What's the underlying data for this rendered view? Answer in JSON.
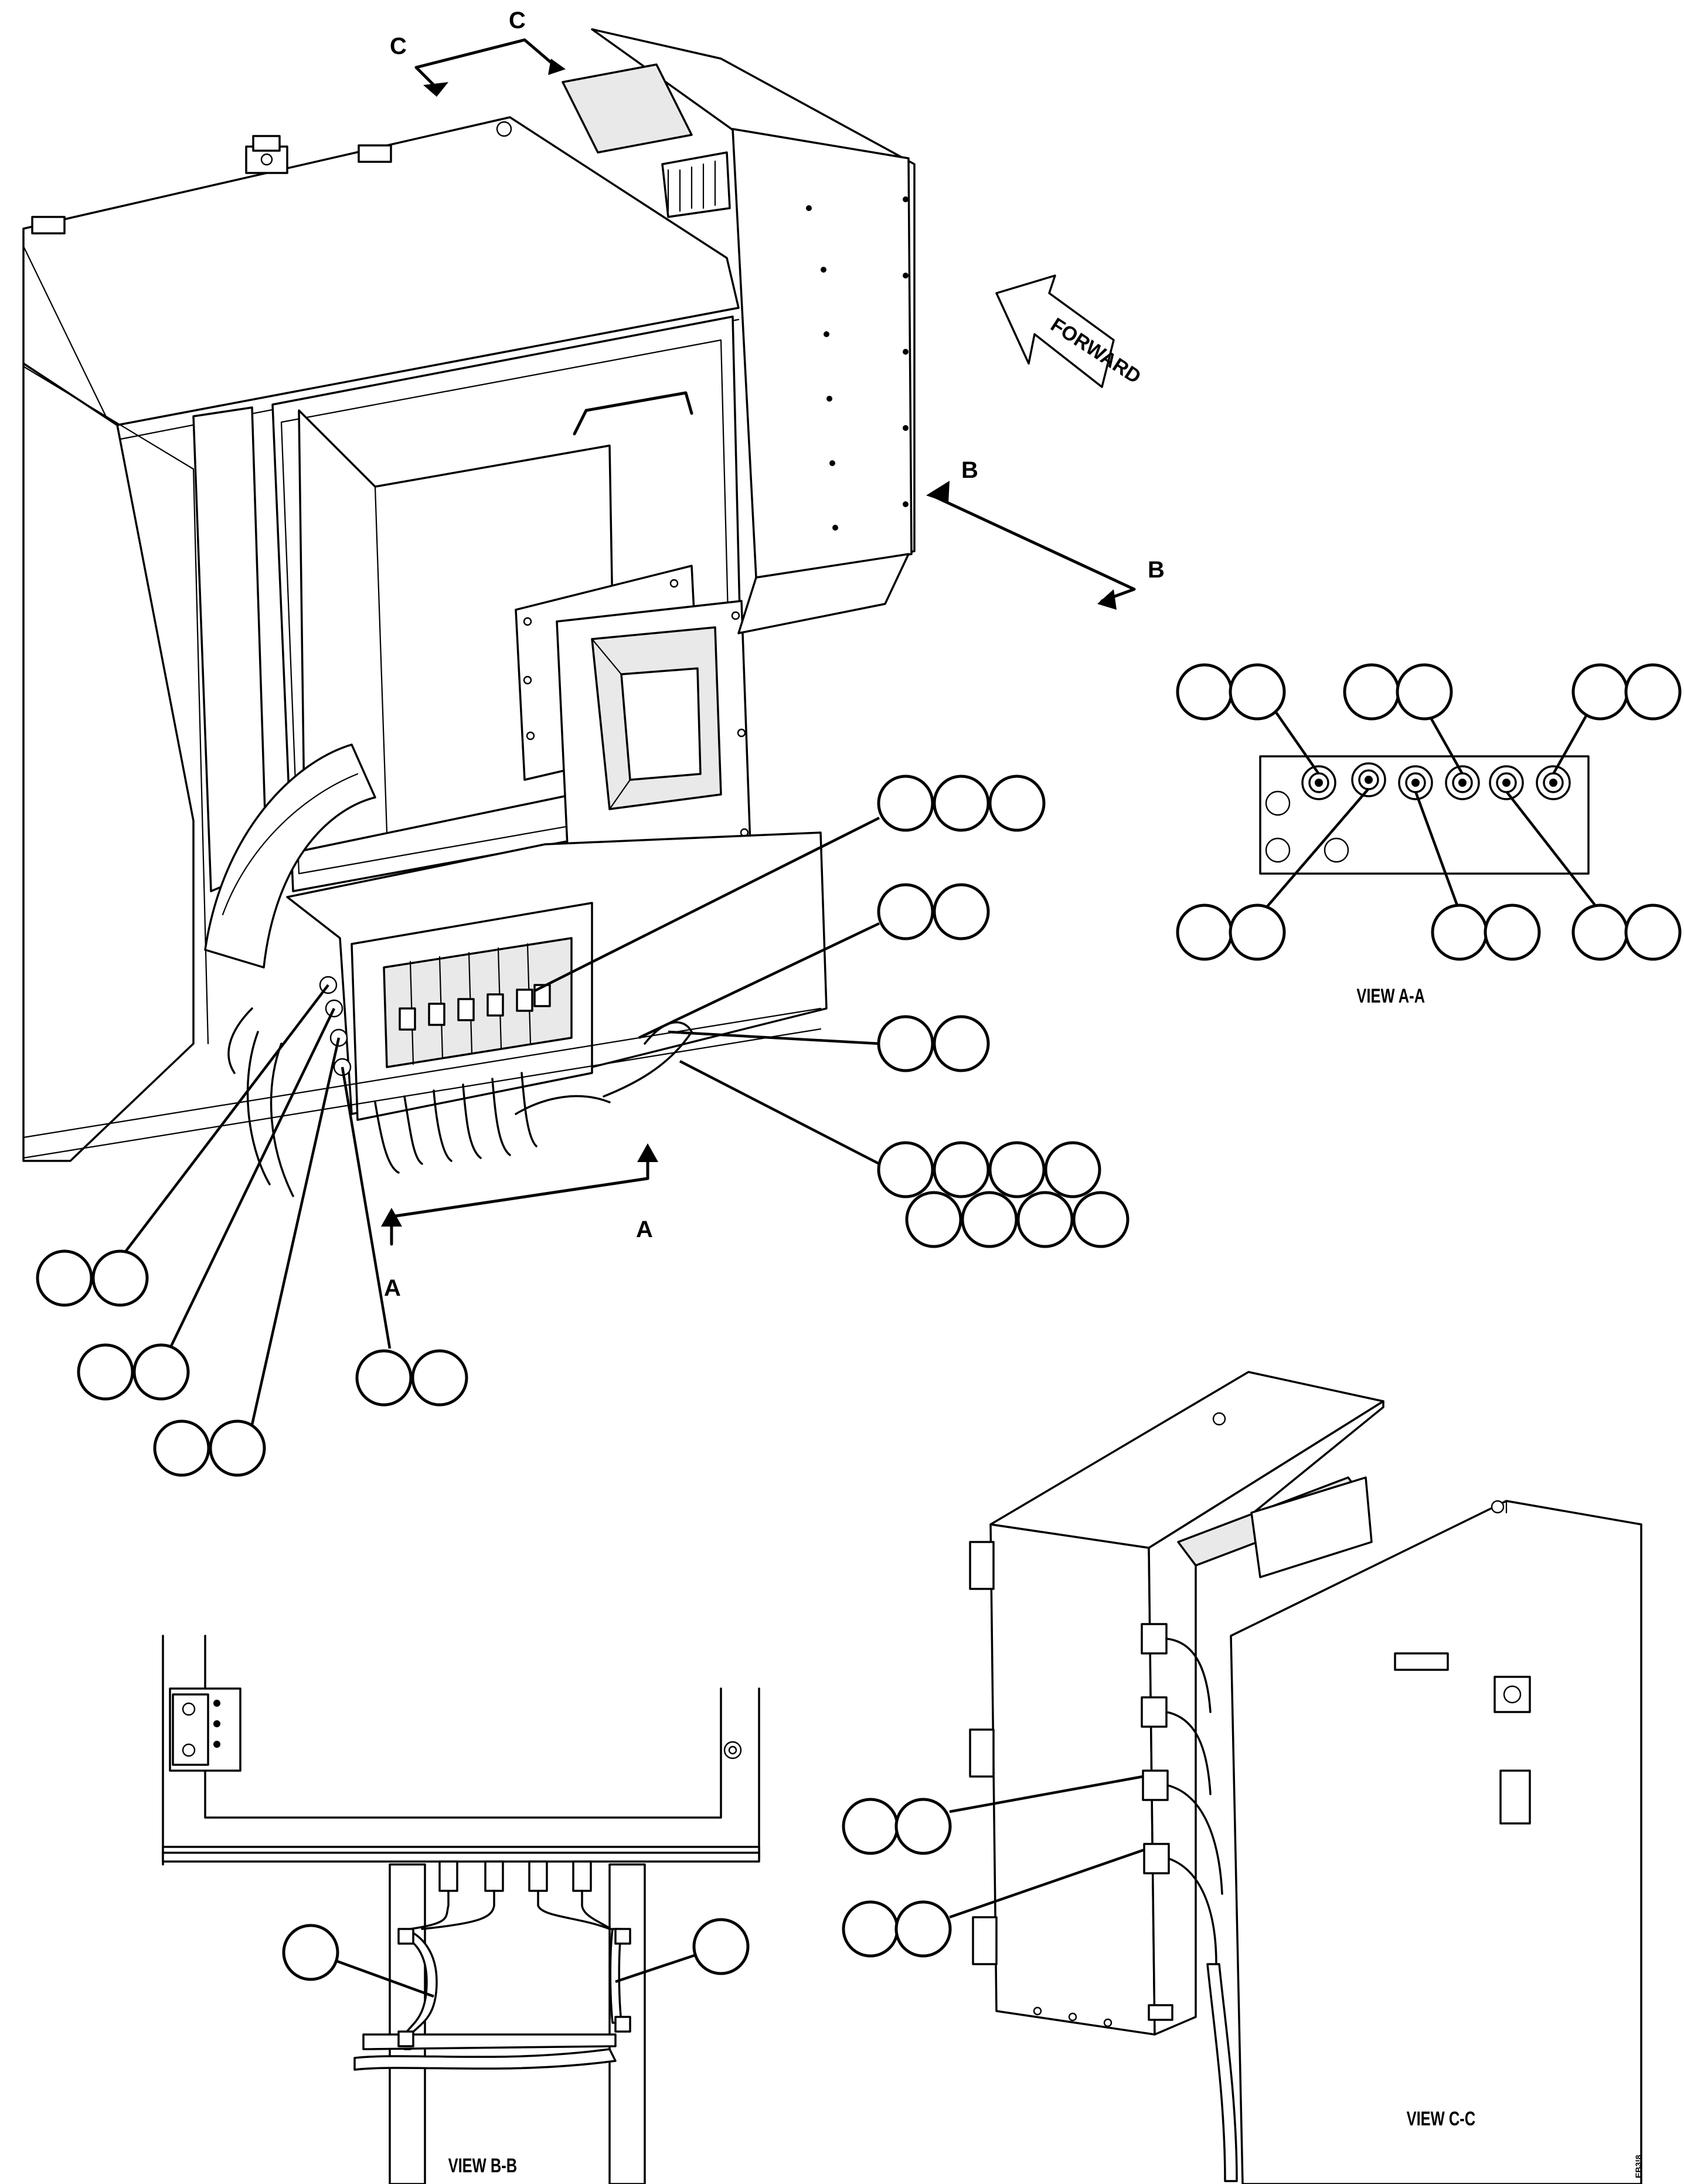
{
  "section_labels": {
    "c_top_left": "C",
    "c_top_right": "C",
    "b_upper": "B",
    "b_lower": "B",
    "a_left": "A",
    "a_right": "A"
  },
  "forward_label": "FORWARD",
  "view_labels": {
    "view_aa": "VIEW A-A",
    "view_bb": "VIEW B-B",
    "view_cc": "VIEW C-C"
  },
  "drawing_id": "EB3!8"
}
